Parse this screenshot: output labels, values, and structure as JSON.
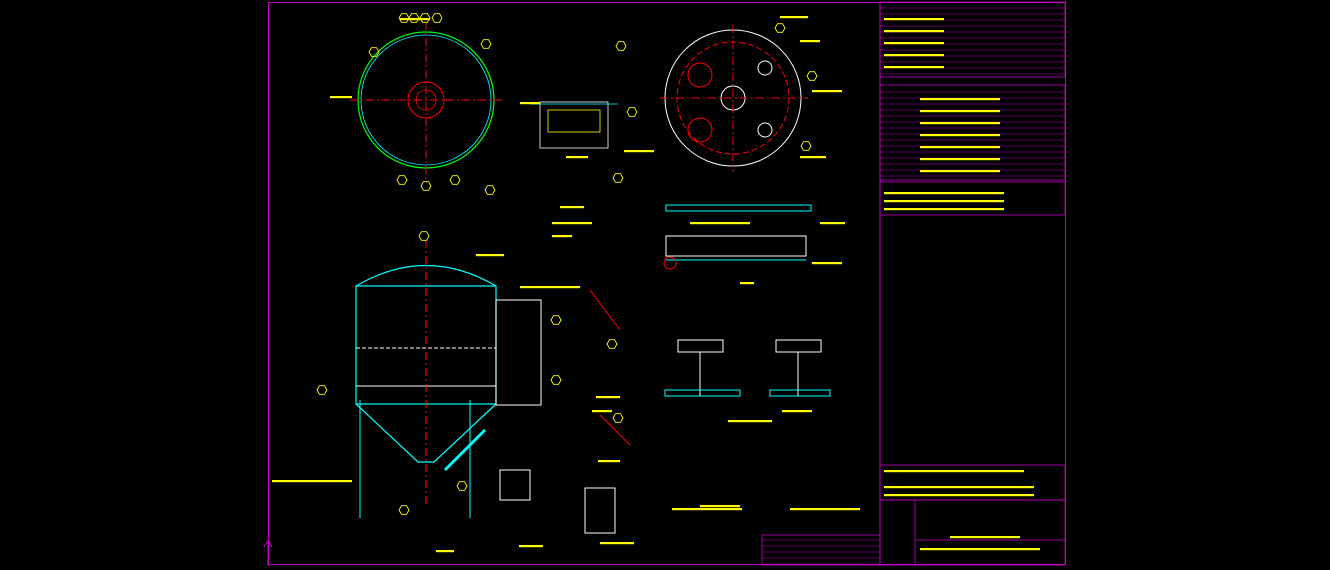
{
  "window": {
    "title": ""
  },
  "drawing": {
    "background": "#000000",
    "colors": {
      "frame": "#c000c0",
      "text": "#ffff00",
      "center": "#ff0000",
      "shell": "#00ffff",
      "detail": "#ffffff",
      "alt": "#00ff00"
    },
    "title_block": {
      "text": ""
    },
    "views": [
      {
        "name": "top-view-vessel"
      },
      {
        "name": "flange-plan-view"
      },
      {
        "name": "elevation-section"
      },
      {
        "name": "detail-sections"
      },
      {
        "name": "parts-table"
      }
    ]
  }
}
